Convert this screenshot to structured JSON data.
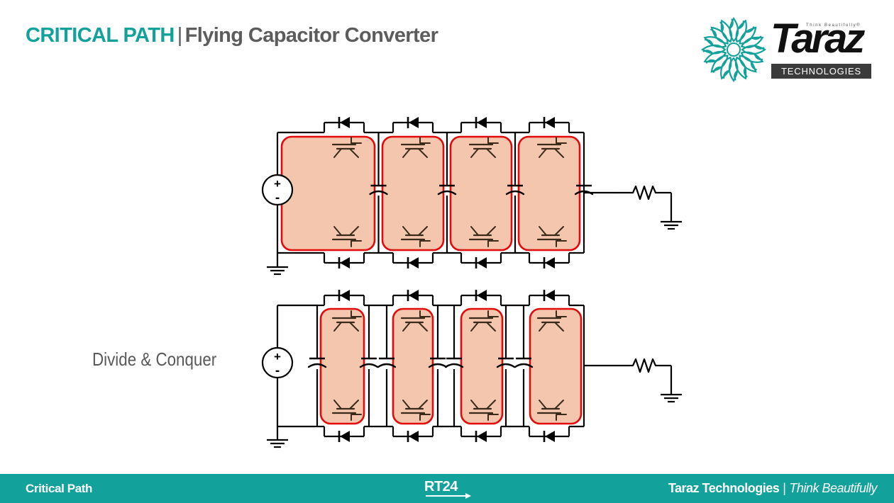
{
  "header": {
    "title_accent": "CRITICAL PATH",
    "title_separator": "|",
    "title_rest": "Flying Capacitor Converter"
  },
  "logo": {
    "tagline": "Think Beautifully®",
    "name": "Taraz",
    "subtitle": "TECHNOLOGIES"
  },
  "diagram": {
    "side_label": "Divide & Conquer",
    "source_plus": "+",
    "source_minus": "-",
    "highlight_fill": "#f4c6ad",
    "highlight_stroke": "#e10b0b",
    "wire_color": "#000000"
  },
  "footer": {
    "left": "Critical Path",
    "center_logo": "RT24",
    "company": "Taraz Technologies",
    "divider": "|",
    "slogan": "Think Beautifully"
  },
  "colors": {
    "accent": "#12a29b",
    "title_gray": "#5c5c5c"
  }
}
